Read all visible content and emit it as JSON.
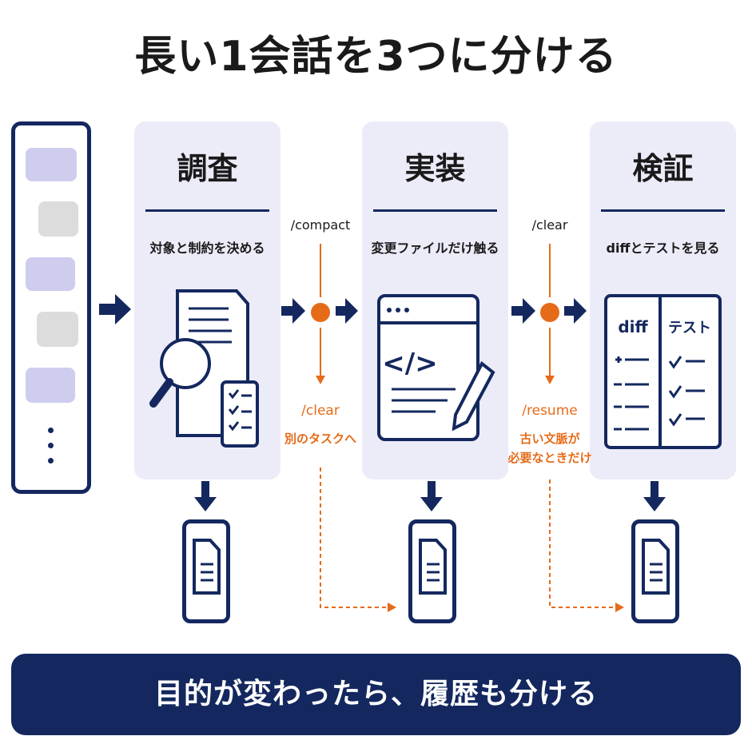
{
  "title": "長い1会話を3つに分ける",
  "stages": [
    {
      "name": "調査",
      "subtitle": "対象と制約を決める"
    },
    {
      "name": "実装",
      "subtitle": "変更ファイルだけ触る"
    },
    {
      "name": "検証",
      "subtitle": "diffとテストを見る"
    }
  ],
  "transitions": [
    {
      "command": "/compact",
      "alt_command": "/clear",
      "alt_note": "別のタスクへ"
    },
    {
      "command": "/clear",
      "alt_command": "/resume",
      "alt_note_line1": "古い文脈が",
      "alt_note_line2": "必要なときだけ"
    }
  ],
  "verify_icon": {
    "left_header": "diff",
    "right_header": "テスト"
  },
  "code_icon_text": "</>",
  "footer": "目的が変わったら、履歴も分ける",
  "colors": {
    "navy": "#14285f",
    "orange": "#e66b19",
    "panel": "#ecebf8",
    "bubble_purple": "#cfcdee",
    "bubble_gray": "#dcdcdc"
  }
}
